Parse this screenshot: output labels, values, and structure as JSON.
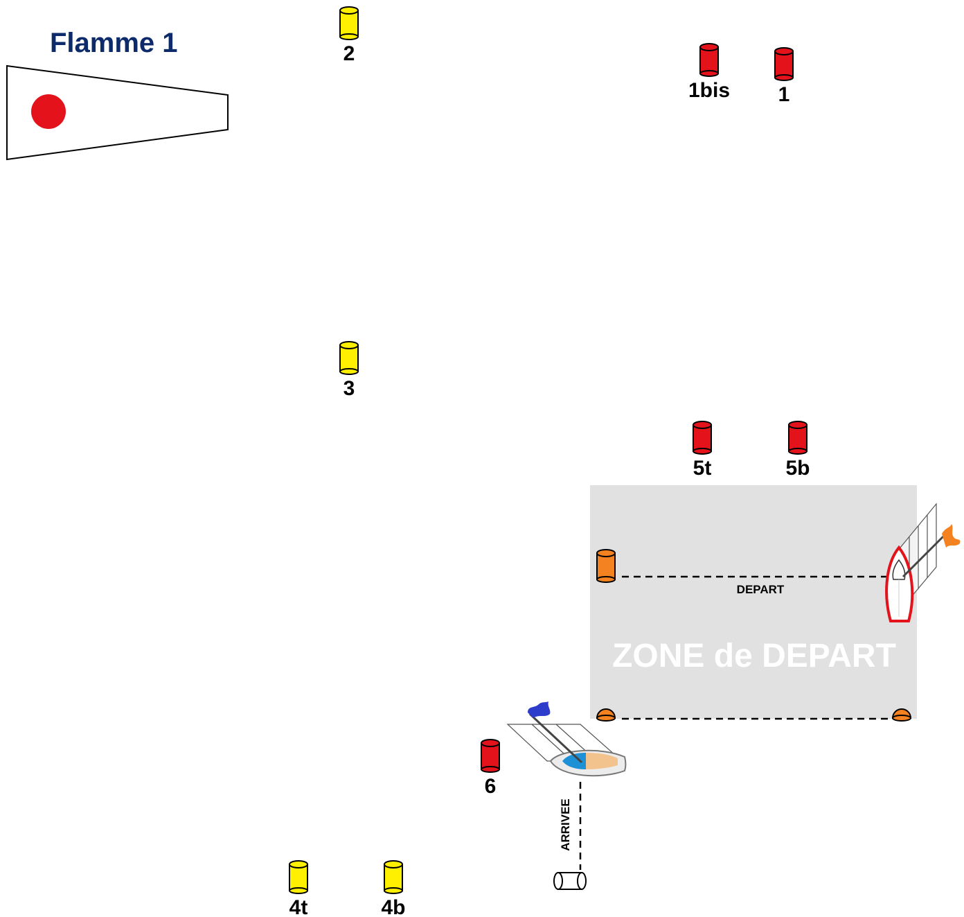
{
  "title": "Flamme 1",
  "colors": {
    "title": "#0d2a6b",
    "red_buoy": "#e3121b",
    "yellow_buoy": "#ffef00",
    "orange_buoy": "#f58220",
    "zone_fill": "#e1e1e1",
    "zone_text": "#ffffff",
    "flag_dot": "#e3121b",
    "committee_flag": "#f58220",
    "finish_flag": "#2e3ccc"
  },
  "pennant": {
    "icon": "pennant-flag-red-dot"
  },
  "buoys": [
    {
      "label": "2",
      "color": "yellow"
    },
    {
      "label": "1bis",
      "color": "red"
    },
    {
      "label": "1",
      "color": "red"
    },
    {
      "label": "3",
      "color": "yellow"
    },
    {
      "label": "5t",
      "color": "red"
    },
    {
      "label": "5b",
      "color": "red"
    },
    {
      "label": "6",
      "color": "red"
    },
    {
      "label": "4t",
      "color": "yellow"
    },
    {
      "label": "4b",
      "color": "yellow"
    }
  ],
  "start_zone": {
    "title": "ZONE de DEPART",
    "start_line_label": "DEPART"
  },
  "finish": {
    "finish_line_label": "ARRIVEE"
  }
}
